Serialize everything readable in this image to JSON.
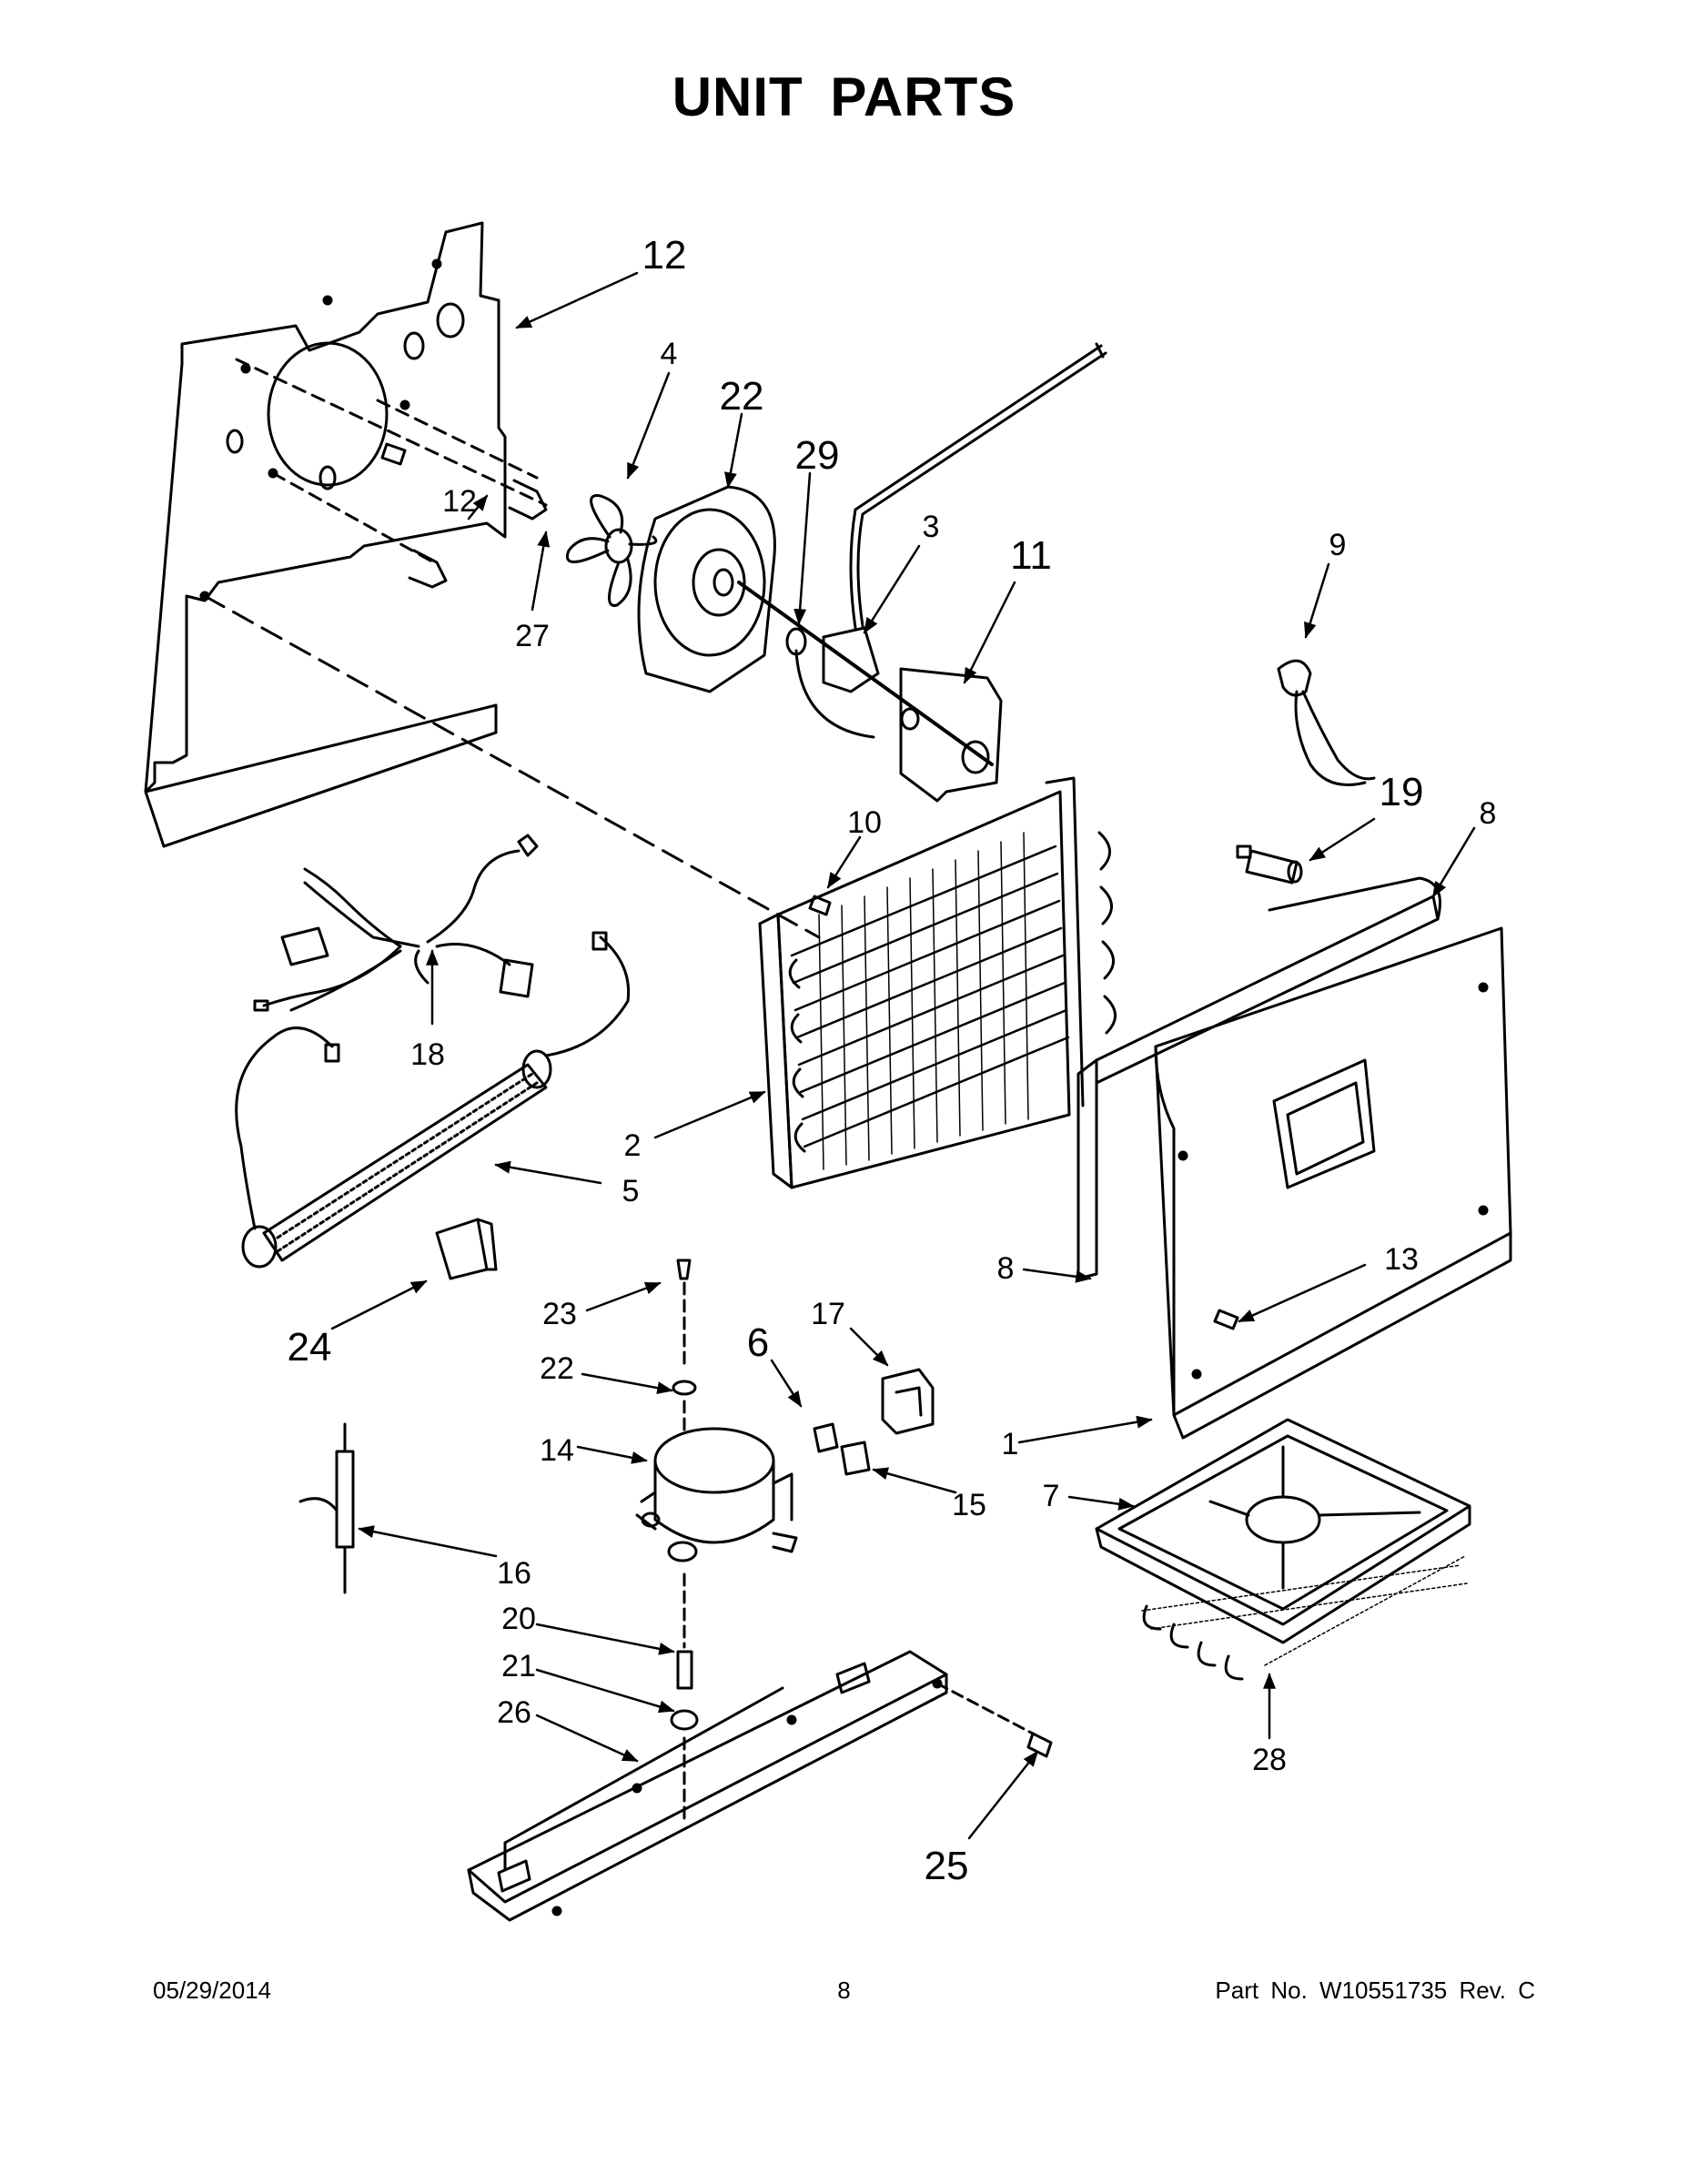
{
  "title": "UNIT PARTS",
  "callouts": [
    {
      "id": "c1",
      "label": "1"
    },
    {
      "id": "c2",
      "label": "2"
    },
    {
      "id": "c3",
      "label": "3"
    },
    {
      "id": "c4",
      "label": "4"
    },
    {
      "id": "c5",
      "label": "5"
    },
    {
      "id": "c6",
      "label": "6"
    },
    {
      "id": "c7",
      "label": "7"
    },
    {
      "id": "c8a",
      "label": "8"
    },
    {
      "id": "c8b",
      "label": "8"
    },
    {
      "id": "c9",
      "label": "9"
    },
    {
      "id": "c10",
      "label": "10"
    },
    {
      "id": "c11",
      "label": "11"
    },
    {
      "id": "c12a",
      "label": "12"
    },
    {
      "id": "c12b",
      "label": "12"
    },
    {
      "id": "c13",
      "label": "13"
    },
    {
      "id": "c14",
      "label": "14"
    },
    {
      "id": "c15",
      "label": "15"
    },
    {
      "id": "c16",
      "label": "16"
    },
    {
      "id": "c17",
      "label": "17"
    },
    {
      "id": "c18",
      "label": "18"
    },
    {
      "id": "c19",
      "label": "19"
    },
    {
      "id": "c20",
      "label": "20"
    },
    {
      "id": "c21",
      "label": "21"
    },
    {
      "id": "c22a",
      "label": "22"
    },
    {
      "id": "c22b",
      "label": "22"
    },
    {
      "id": "c23",
      "label": "23"
    },
    {
      "id": "c24",
      "label": "24"
    },
    {
      "id": "c25",
      "label": "25"
    },
    {
      "id": "c26",
      "label": "26"
    },
    {
      "id": "c27",
      "label": "27"
    },
    {
      "id": "c28",
      "label": "28"
    },
    {
      "id": "c29",
      "label": "29"
    }
  ],
  "footer": {
    "date": "05/29/2014",
    "page": "8",
    "part_no": "Part No.  W10551735  Rev.  C"
  }
}
